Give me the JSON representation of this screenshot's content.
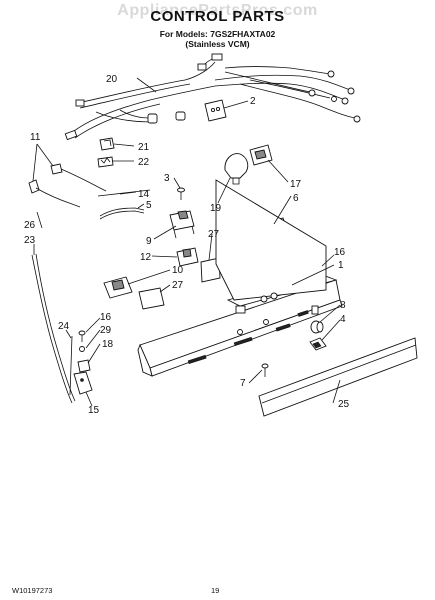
{
  "watermark": "AppliancePartsPros.com",
  "title": "CONTROL PARTS",
  "models_line": "For Models: 7GS2FHAXTA02",
  "variant_line": "(Stainless VCM)",
  "doc_number": "W10197273",
  "page_number": "19",
  "callouts": {
    "c1": "1",
    "c2": "2",
    "c3": "3",
    "c4": "4",
    "c5": "5",
    "c6": "6",
    "c7": "7",
    "c8": "8",
    "c9": "9",
    "c10": "10",
    "c11": "11",
    "c12": "12",
    "c14": "14",
    "c15": "15",
    "c16a": "16",
    "c16b": "16",
    "c17": "17",
    "c18": "18",
    "c19": "19",
    "c20": "20",
    "c21": "21",
    "c22": "22",
    "c23": "23",
    "c24": "24",
    "c25": "25",
    "c26": "26",
    "c27a": "27",
    "c27b": "27",
    "c29": "29"
  }
}
